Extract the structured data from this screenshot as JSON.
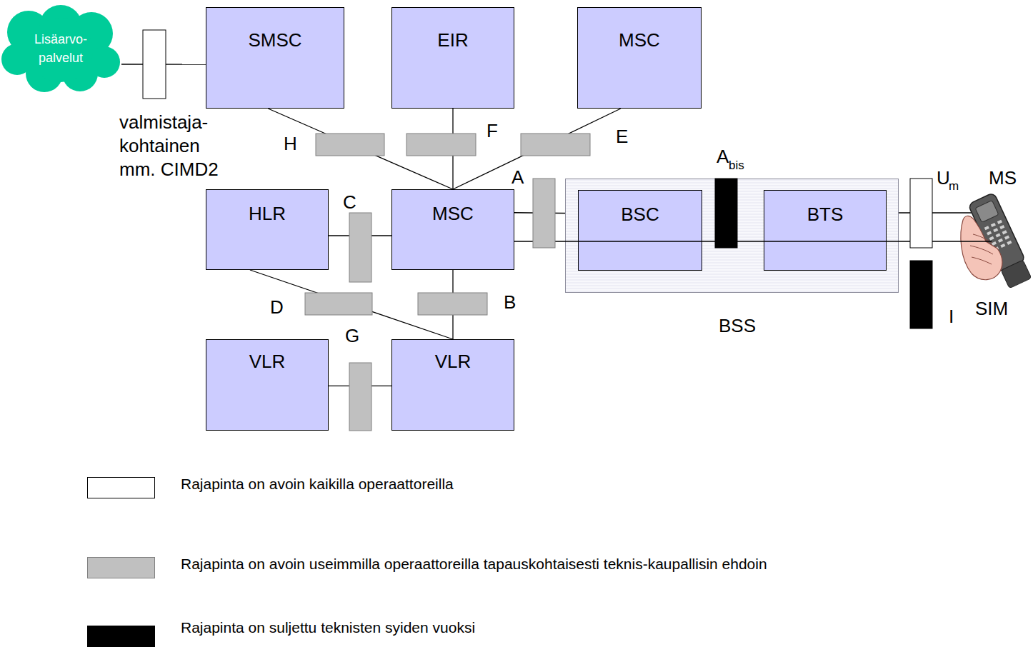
{
  "diagram": {
    "nodes": [
      {
        "text": [
          "Lisäarvo- palvelut"
        ]
      },
      {
        "text": [
          "SMSC"
        ]
      },
      {
        "text": [
          "EIR"
        ]
      },
      {
        "text": [
          "MSC"
        ]
      },
      {
        "text": [
          "HLR"
        ]
      },
      {
        "text": [
          "MSC"
        ]
      },
      {
        "text": [
          "BSS"
        ]
      },
      {
        "text": [
          "BSC"
        ],
        "in": 6
      },
      {
        "text": [
          "BTS"
        ],
        "in": 6
      },
      {
        "text": [
          "VLR"
        ]
      },
      {
        "text": [
          "VLR"
        ]
      }
    ],
    "edges": [
      {
        "from": 0,
        "to": 1,
        "arrow": "none"
      },
      {
        "from": 1,
        "to": 5,
        "arrow": "none"
      },
      {
        "from": 2,
        "to": 5,
        "arrow": "none"
      },
      {
        "from": 3,
        "to": 5,
        "arrow": "none"
      },
      {
        "from": 4,
        "to": 5,
        "arrow": "none"
      },
      {
        "from": 5,
        "to": 7,
        "arrow": "none"
      },
      {
        "from": 4,
        "to": 10,
        "arrow": "none"
      },
      {
        "from": 5,
        "to": 10,
        "arrow": "none"
      },
      {
        "from": 9,
        "to": 10,
        "arrow": "none"
      },
      {
        "from": 7,
        "to": 8,
        "arrow": "none"
      }
    ],
    "labels": [
      "valmistaja- kohtainen mm. CIMD2",
      "H",
      "F",
      "E",
      "A",
      "A",
      "bis",
      "U",
      "m",
      "MS",
      "C",
      "D",
      "B",
      "G",
      "I",
      "SIM"
    ],
    "legend": [
      {
        "text": "Rajapinta on avoin kaikilla operaattoreilla",
        "color": "#ffffff"
      },
      {
        "text": "Rajapinta on avoin useimmilla operaattoreilla tapauskohtaisesti teknis-kaupallisin ehdoin",
        "color": "#c0c0c0"
      },
      {
        "text": "Rajapinta on suljettu teknisten syiden vuoksi",
        "color": "#000000"
      }
    ]
  }
}
